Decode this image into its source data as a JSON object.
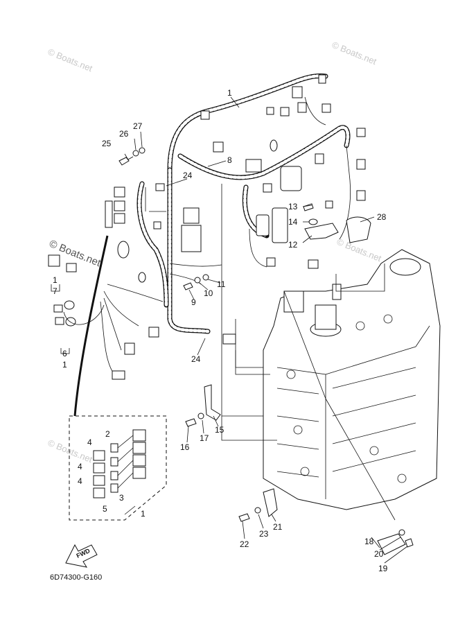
{
  "watermarks": [
    "© Boats.net",
    "© Boats.net",
    "© Boats.net",
    "© Boats.net",
    "© Boats.net"
  ],
  "callouts": {
    "c1": "1",
    "c1b": "1",
    "c1c": "1",
    "c1d": "1",
    "c2": "2",
    "c3": "3",
    "c4a": "4",
    "c4b": "4",
    "c4c": "4",
    "c5": "5",
    "c6": "6",
    "c7": "7",
    "c8": "8",
    "c9": "9",
    "c10": "10",
    "c11": "11",
    "c12": "12",
    "c13": "13",
    "c14": "14",
    "c15": "15",
    "c16": "16",
    "c17": "17",
    "c18": "18",
    "c19": "19",
    "c20": "20",
    "c21": "21",
    "c22": "22",
    "c23": "23",
    "c24a": "24",
    "c24b": "24",
    "c25": "25",
    "c26": "26",
    "c27": "27",
    "c28": "28"
  },
  "fwd_label": "FWD",
  "diagram_code": "6D74300-G160"
}
